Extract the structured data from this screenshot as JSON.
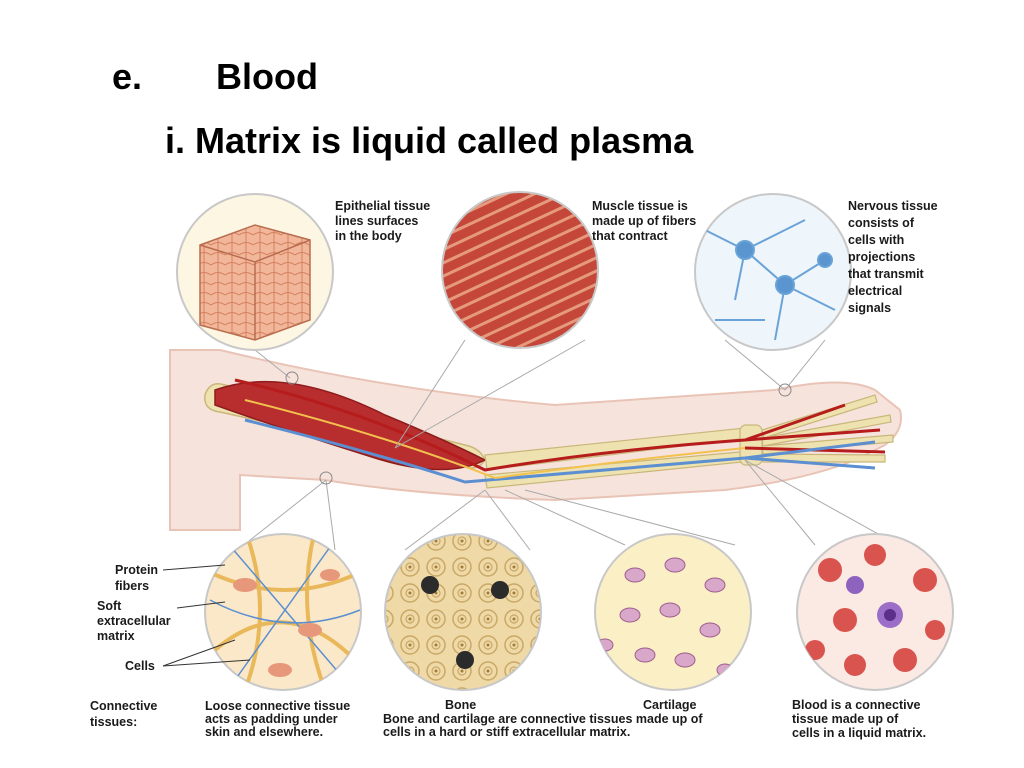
{
  "slide": {
    "bullet_letter": "e.",
    "title": "Blood",
    "subtitle": "i. Matrix is liquid called plasma"
  },
  "figure": {
    "callouts": {
      "epithelial": [
        "Epithelial tissue",
        "lines surfaces",
        "in the body"
      ],
      "muscle": [
        "Muscle tissue is",
        "made up of fibers",
        "that contract"
      ],
      "nervous": [
        "Nervous tissue",
        "consists of",
        "cells with",
        "projections",
        "that transmit",
        "electrical",
        "signals"
      ],
      "protein_fibers": [
        "Protein",
        "fibers"
      ],
      "soft_matrix": [
        "Soft",
        "extracellular",
        "matrix"
      ],
      "cells": "Cells",
      "connective_tissues": [
        "Connective",
        "tissues:"
      ],
      "loose_connective": [
        "Loose connective tissue",
        "acts as padding under",
        "skin and elsewhere."
      ],
      "bone": "Bone",
      "cartilage": "Cartilage",
      "bone_cartilage_note": [
        "Bone and cartilage are connective tissues made up of",
        "cells in a hard or stiff extracellular matrix."
      ],
      "blood": [
        "Blood is a connective",
        "tissue made up of",
        "cells in a liquid matrix."
      ]
    },
    "colors": {
      "skin": "#f6e3dc",
      "muscle": "#c0392b",
      "bone": "#ede2b0",
      "artery": "#b71c1c",
      "vein": "#5b8fd1",
      "nerve": "#f2c14e",
      "blood_cell": "#d9534f",
      "white_cell": "#7b4fa8"
    }
  }
}
